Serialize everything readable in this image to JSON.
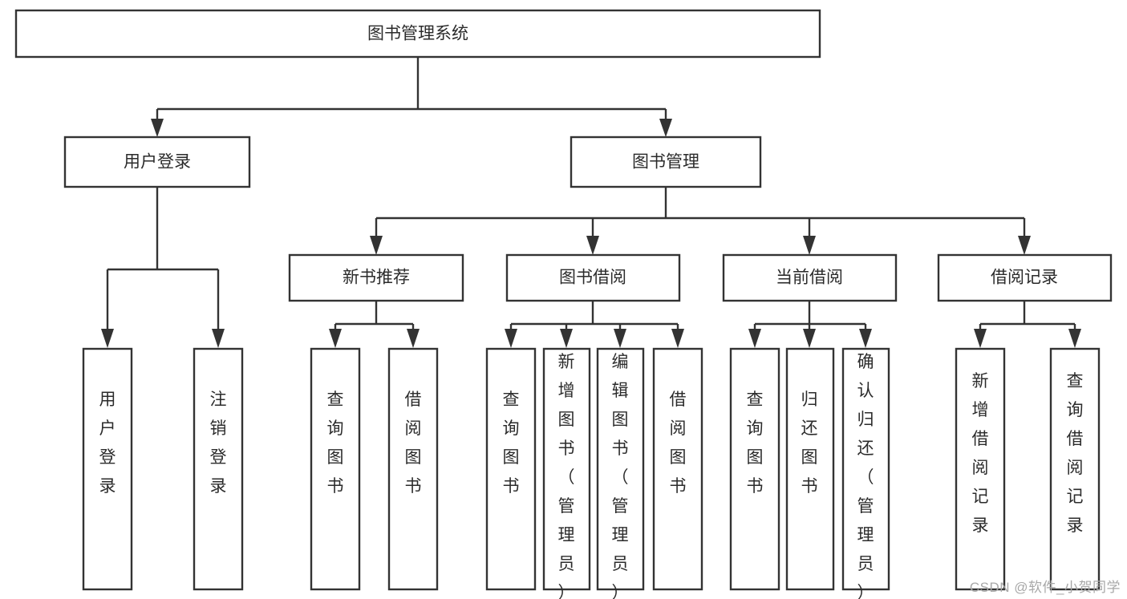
{
  "diagram": {
    "type": "tree-hierarchy-flowchart",
    "title": "图书管理系统",
    "orientation": "top-down",
    "colors": {
      "box_fill": "#ffffff",
      "box_stroke": "#333333",
      "text": "#2b2b2b",
      "background": "#ffffff",
      "watermark": "#a8a8a8"
    },
    "root": {
      "id": "root",
      "label": "图书管理系统",
      "orientation": "horizontal"
    },
    "level2": [
      {
        "id": "user-login",
        "label": "用户登录",
        "orientation": "horizontal"
      },
      {
        "id": "book-manage",
        "label": "图书管理",
        "orientation": "horizontal"
      }
    ],
    "level3": [
      {
        "id": "new-book-recommend",
        "label": "新书推荐",
        "parent": "book-manage",
        "orientation": "horizontal"
      },
      {
        "id": "book-borrow",
        "label": "图书借阅",
        "parent": "book-manage",
        "orientation": "horizontal"
      },
      {
        "id": "current-borrow",
        "label": "当前借阅",
        "parent": "book-manage",
        "orientation": "horizontal"
      },
      {
        "id": "borrow-record",
        "label": "借阅记录",
        "parent": "book-manage",
        "orientation": "horizontal"
      }
    ],
    "leaves": [
      {
        "id": "leaf-user-login",
        "label": "用户登录",
        "parent": "user-login",
        "orientation": "vertical"
      },
      {
        "id": "leaf-user-logout",
        "label": "注销登录",
        "parent": "user-login",
        "orientation": "vertical"
      },
      {
        "id": "leaf-query-book-1",
        "label": "查询图书",
        "parent": "new-book-recommend",
        "orientation": "vertical"
      },
      {
        "id": "leaf-borrow-book-1",
        "label": "借阅图书",
        "parent": "new-book-recommend",
        "orientation": "vertical"
      },
      {
        "id": "leaf-query-book-2",
        "label": "查询图书",
        "parent": "book-borrow",
        "orientation": "vertical"
      },
      {
        "id": "leaf-add-book",
        "label": "新增图书（管理员）",
        "parent": "book-borrow",
        "orientation": "vertical"
      },
      {
        "id": "leaf-edit-book",
        "label": "编辑图书（管理员）",
        "parent": "book-borrow",
        "orientation": "vertical"
      },
      {
        "id": "leaf-borrow-book-2",
        "label": "借阅图书",
        "parent": "book-borrow",
        "orientation": "vertical"
      },
      {
        "id": "leaf-query-book-3",
        "label": "查询图书",
        "parent": "current-borrow",
        "orientation": "vertical"
      },
      {
        "id": "leaf-return-book",
        "label": "归还图书",
        "parent": "current-borrow",
        "orientation": "vertical"
      },
      {
        "id": "leaf-confirm-return",
        "label": "确认归还（管理员）",
        "parent": "current-borrow",
        "orientation": "vertical"
      },
      {
        "id": "leaf-add-record",
        "label": "新增借阅记录",
        "parent": "borrow-record",
        "orientation": "vertical"
      },
      {
        "id": "leaf-query-record",
        "label": "查询借阅记录",
        "parent": "borrow-record",
        "orientation": "vertical"
      }
    ],
    "watermark": "CSDN @软件_小贺同学"
  }
}
